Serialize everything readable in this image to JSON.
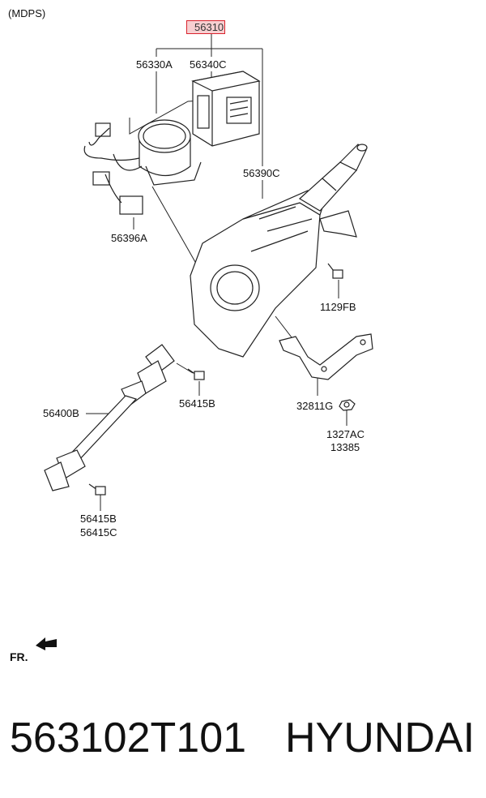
{
  "header": {
    "title": "(MDPS)"
  },
  "highlight": {
    "part_number": "56310"
  },
  "callouts": [
    {
      "id": "56330A",
      "text": "56330A"
    },
    {
      "id": "56340C",
      "text": "56340C"
    },
    {
      "id": "56390C",
      "text": "56390C"
    },
    {
      "id": "56396A",
      "text": "56396A"
    },
    {
      "id": "1129FB",
      "text": "1129FB"
    },
    {
      "id": "56415B_mid",
      "text": "56415B"
    },
    {
      "id": "32811G",
      "text": "32811G"
    },
    {
      "id": "56400B",
      "text": "56400B"
    },
    {
      "id": "1327AC",
      "text": "1327AC"
    },
    {
      "id": "13385",
      "text": "13385"
    },
    {
      "id": "56415B_low",
      "text": "56415B"
    },
    {
      "id": "56415C",
      "text": "56415C"
    }
  ],
  "orientation": {
    "label": "FR."
  },
  "footer": {
    "part_code": "563102T101",
    "brand": "HYUNDAI"
  },
  "colors": {
    "highlight_border": "#d9232d",
    "highlight_fill": "#f7cfd1",
    "line": "#222222"
  }
}
